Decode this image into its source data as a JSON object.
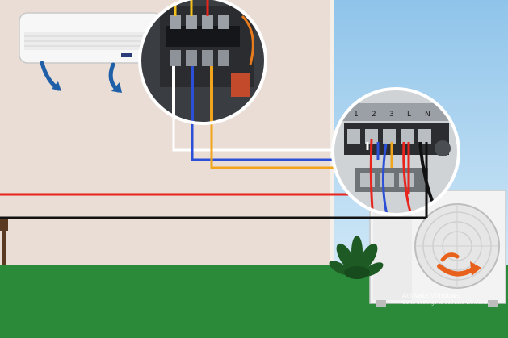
{
  "scene": {
    "title": "",
    "colors": {
      "wall": "#e9ddd5",
      "sky": "#a9d3ef",
      "ground": "#2a8a3a",
      "wire_red": "#e8241c",
      "wire_black": "#111111",
      "wire_white": "#ffffff",
      "wire_blue": "#2b4fd6",
      "wire_yellow": "#f2a51c",
      "airflow_arrow": "#1f5fa8",
      "fan_arrow": "#e8611c"
    }
  },
  "indoor_unit": {
    "name": "indoor-unit",
    "airflow_icons": [
      "curved-arrow-icon",
      "curved-arrow-icon"
    ]
  },
  "indoor_terminal_zoom": {
    "icon": "magnifier-circle-icon"
  },
  "outdoor_terminal_zoom": {
    "icon": "magnifier-circle-icon",
    "terminal_labels": [
      "1",
      "2",
      "3",
      "L",
      "N"
    ]
  },
  "outdoor_unit": {
    "name": "outdoor-unit",
    "fan_icon": "circular-arrow-icon"
  },
  "wires": [
    {
      "name": "white-wire",
      "color": "#ffffff"
    },
    {
      "name": "blue-wire",
      "color": "#2b4fd6"
    },
    {
      "name": "yellow-wire",
      "color": "#f2a51c"
    },
    {
      "name": "red-wire",
      "color": "#e8241c"
    },
    {
      "name": "black-wire",
      "color": "#111111"
    }
  ],
  "watermark": {
    "line1": "Activate Windows",
    "line2": "Go to Settings to activate Windows."
  }
}
